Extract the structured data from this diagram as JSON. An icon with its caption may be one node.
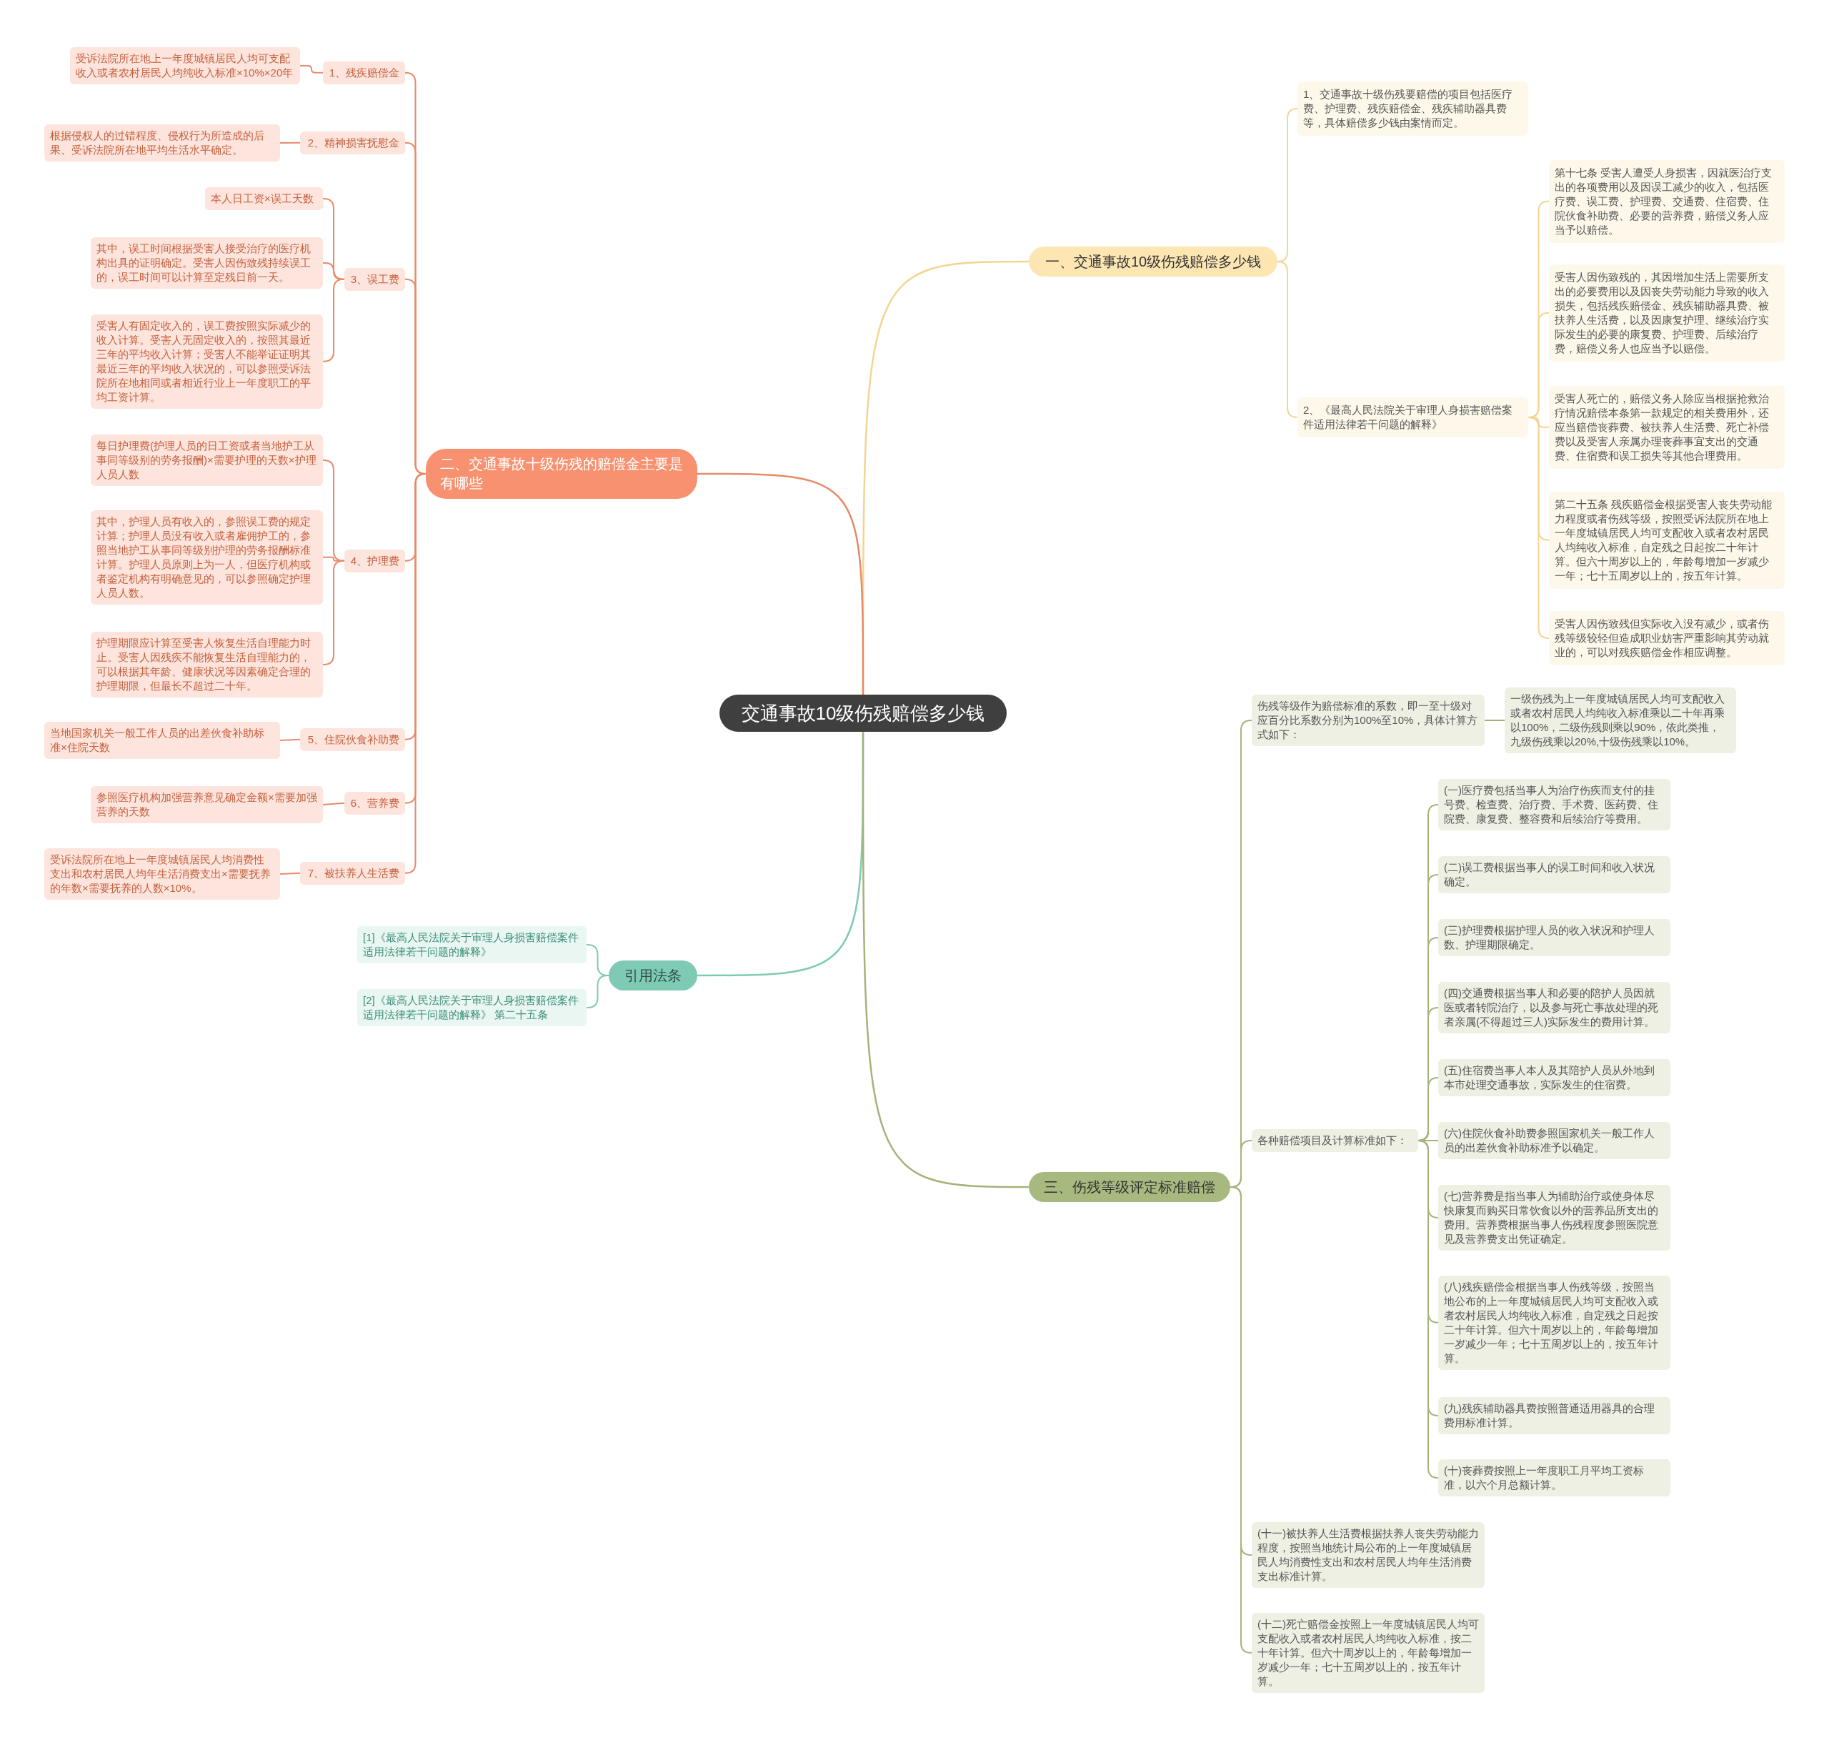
{
  "diagram": {
    "nodes": [
      {
        "text": [
          "交通事故10级伤残赔偿多少钱"
        ]
      },
      {
        "text": [
          "一、交通事故10级伤残赔偿多少钱"
        ]
      },
      {
        "text": [
          "1、交通事故十级伤残要赔偿的项目包括医疗费、护理费、残疾赔偿金、残疾辅助器具费等，具体赔偿多少钱由案情而定。"
        ]
      },
      {
        "text": [
          "2、《最高人民法院关于审理人身损害赔偿案件适用法律若干问题的解释》"
        ]
      },
      {
        "text": [
          "第十七条 受害人遭受人身损害，因就医治疗支出的各项费用以及因误工减少的收入，包括医疗费、误工费、护理费、交通费、住宿费、住院伙食补助费、必要的营养费，赔偿义务人应当予以赔偿。"
        ]
      },
      {
        "text": [
          "受害人因伤致残的，其因增加生活上需要所支出的必要费用以及因丧失劳动能力导致的收入损失，包括残疾赔偿金、残疾辅助器具费、被扶养人生活费，以及因康复护理、继续治疗实际发生的必要的康复费、护理费、后续治疗费，赔偿义务人也应当予以赔偿。"
        ]
      },
      {
        "text": [
          "受害人死亡的，赔偿义务人除应当根据抢救治疗情况赔偿本条第一款规定的相关费用外，还应当赔偿丧葬费、被扶养人生活费、死亡补偿费以及受害人亲属办理丧葬事宜支出的交通费、住宿费和误工损失等其他合理费用。"
        ]
      },
      {
        "text": [
          "第二十五条 残疾赔偿金根据受害人丧失劳动能力程度或者伤残等级，按照受诉法院所在地上一年度城镇居民人均可支配收入或者农村居民人均纯收入标准，自定残之日起按二十年计算。但六十周岁以上的，年龄每增加一岁减少一年；七十五周岁以上的，按五年计算。"
        ]
      },
      {
        "text": [
          "受害人因伤致残但实际收入没有减少，或者伤残等级较轻但造成职业妨害严重影响其劳动就业的，可以对残疾赔偿金作相应调整。"
        ]
      },
      {
        "text": [
          "二、交通事故十级伤残的赔偿金主要是有哪些"
        ]
      },
      {
        "text": [
          "1、残疾赔偿金"
        ]
      },
      {
        "text": [
          "受诉法院所在地上一年度城镇居民人均可支配收入或者农村居民人均纯收入标准×10%×20年"
        ]
      },
      {
        "text": [
          "2、精神损害抚慰金"
        ]
      },
      {
        "text": [
          "根据侵权人的过错程度、侵权行为所造成的后果、受诉法院所在地平均生活水平确定。"
        ]
      },
      {
        "text": [
          "3、误工费"
        ]
      },
      {
        "text": [
          "本人日工资×误工天数"
        ]
      },
      {
        "text": [
          "其中，误工时间根据受害人接受治疗的医疗机构出具的证明确定。受害人因伤致残持续误工的，误工时间可以计算至定残日前一天。"
        ]
      },
      {
        "text": [
          "受害人有固定收入的，误工费按照实际减少的收入计算。受害人无固定收入的，按照其最近三年的平均收入计算；受害人不能举证证明其最近三年的平均收入状况的，可以参照受诉法院所在地相同或者相近行业上一年度职工的平均工资计算。"
        ]
      },
      {
        "text": [
          "4、护理费"
        ]
      },
      {
        "text": [
          "每日护理费(护理人员的日工资或者当地护工从事同等级别的劳务报酬)×需要护理的天数×护理人员人数"
        ]
      },
      {
        "text": [
          "其中，护理人员有收入的，参照误工费的规定计算；护理人员没有收入或者雇佣护工的，参照当地护工从事同等级别护理的劳务报酬标准计算。护理人员原则上为一人，但医疗机构或者鉴定机构有明确意见的，可以参照确定护理人员人数。"
        ]
      },
      {
        "text": [
          "护理期限应计算至受害人恢复生活自理能力时止。受害人因残疾不能恢复生活自理能力的，可以根据其年龄、健康状况等因素确定合理的护理期限，但最长不超过二十年。"
        ]
      },
      {
        "text": [
          "5、住院伙食补助费"
        ]
      },
      {
        "text": [
          "当地国家机关一般工作人员的出差伙食补助标准×住院天数"
        ]
      },
      {
        "text": [
          "6、营养费"
        ]
      },
      {
        "text": [
          "参照医疗机构加强营养意见确定金额×需要加强营养的天数"
        ]
      },
      {
        "text": [
          "7、被扶养人生活费"
        ]
      },
      {
        "text": [
          "受诉法院所在地上一年度城镇居民人均消费性支出和农村居民人均年生活消费支出×需要抚养的年数×需要抚养的人数×10%。"
        ]
      },
      {
        "text": [
          "引用法条"
        ]
      },
      {
        "text": [
          "[1]《最高人民法院关于审理人身损害赔偿案件适用法律若干问题的解释》"
        ]
      },
      {
        "text": [
          "[2]《最高人民法院关于审理人身损害赔偿案件适用法律若干问题的解释》 第二十五条"
        ]
      },
      {
        "text": [
          "三、伤残等级评定标准赔偿"
        ]
      },
      {
        "text": [
          "伤残等级作为赔偿标准的系数，即一至十级对应百分比系数分别为100%至10%，具体计算方式如下："
        ]
      },
      {
        "text": [
          "一级伤残为上一年度城镇居民人均可支配收入或者农村居民人均纯收入标准乘以二十年再乘以100%，二级伤残则乘以90%，依此类推，九级伤残乘以20%,十级伤残乘以10%。"
        ]
      },
      {
        "text": [
          "各种赔偿项目及计算标准如下："
        ]
      },
      {
        "text": [
          "(一)医疗费包括当事人为治疗伤疾而支付的挂号费、检查费、治疗费、手术费、医药费、住院费、康复费、整容费和后续治疗等费用。"
        ]
      },
      {
        "text": [
          "(二)误工费根据当事人的误工时间和收入状况确定。"
        ]
      },
      {
        "text": [
          "(三)护理费根据护理人员的收入状况和护理人数、护理期限确定。"
        ]
      },
      {
        "text": [
          "(四)交通费根据当事人和必要的陪护人员因就医或者转院治疗，以及参与死亡事故处理的死者亲属(不得超过三人)实际发生的费用计算。"
        ]
      },
      {
        "text": [
          "(五)住宿费当事人本人及其陪护人员从外地到本市处理交通事故，实际发生的住宿费。"
        ]
      },
      {
        "text": [
          "(六)住院伙食补助费参照国家机关一般工作人员的出差伙食补助标准予以确定。"
        ]
      },
      {
        "text": [
          "(七)营养费是指当事人为辅助治疗或使身体尽快康复而购买日常饮食以外的营养品所支出的费用。营养费根据当事人伤残程度参照医院意见及营养费支出凭证确定。"
        ]
      },
      {
        "text": [
          "(八)残疾赔偿金根据当事人伤残等级，按照当地公布的上一年度城镇居民人均可支配收入或者农村居民人均纯收入标准，自定残之日起按二十年计算。但六十周岁以上的，年龄每增加一岁减少一年；七十五周岁以上的，按五年计算。"
        ]
      },
      {
        "text": [
          "(九)残疾辅助器具费按照普通适用器具的合理费用标准计算。"
        ]
      },
      {
        "text": [
          "(十)丧葬费按照上一年度职工月平均工资标准，以六个月总额计算。"
        ]
      },
      {
        "text": [
          "(十一)被扶养人生活费根据扶养人丧失劳动能力程度，按照当地统计局公布的上一年度城镇居民人均消费性支出和农村居民人均年生活消费支出标准计算。"
        ]
      },
      {
        "text": [
          "(十二)死亡赔偿金按照上一年度城镇居民人均可支配收入或者农村居民人均纯收入标准，按二十年计算。但六十周岁以上的，年龄每增加一岁减少一年；七十五周岁以上的，按五年计算。"
        ]
      }
    ],
    "edges": [
      {
        "from": 0,
        "to": 1,
        "arrow": "none",
        "color": "#f3d592"
      },
      {
        "from": 1,
        "to": 2,
        "arrow": "none",
        "color": "#f3d592"
      },
      {
        "from": 1,
        "to": 3,
        "arrow": "none",
        "color": "#f3d592"
      },
      {
        "from": 3,
        "to": 4,
        "arrow": "none",
        "color": "#f3d592"
      },
      {
        "from": 3,
        "to": 5,
        "arrow": "none",
        "color": "#f3d592"
      },
      {
        "from": 3,
        "to": 6,
        "arrow": "none",
        "color": "#f3d592"
      },
      {
        "from": 3,
        "to": 7,
        "arrow": "none",
        "color": "#f3d592"
      },
      {
        "from": 3,
        "to": 8,
        "arrow": "none",
        "color": "#f3d592"
      },
      {
        "from": 0,
        "to": 9,
        "arrow": "none"
      },
      {
        "from": 9,
        "to": 10,
        "arrow": "none"
      },
      {
        "from": 10,
        "to": 11,
        "arrow": "none"
      },
      {
        "from": 9,
        "to": 12,
        "arrow": "none"
      },
      {
        "from": 12,
        "to": 13,
        "arrow": "none"
      },
      {
        "from": 9,
        "to": 14,
        "arrow": "none"
      },
      {
        "from": 14,
        "to": 15,
        "arrow": "none"
      },
      {
        "from": 14,
        "to": 16,
        "arrow": "none"
      },
      {
        "from": 14,
        "to": 17,
        "arrow": "none"
      },
      {
        "from": 9,
        "to": 18,
        "arrow": "none"
      },
      {
        "from": 18,
        "to": 19,
        "arrow": "none"
      },
      {
        "from": 18,
        "to": 20,
        "arrow": "none"
      },
      {
        "from": 18,
        "to": 21,
        "arrow": "none"
      },
      {
        "from": 9,
        "to": 22,
        "arrow": "none"
      },
      {
        "from": 22,
        "to": 23,
        "arrow": "none"
      },
      {
        "from": 9,
        "to": 24,
        "arrow": "none"
      },
      {
        "from": 24,
        "to": 25,
        "arrow": "none"
      },
      {
        "from": 9,
        "to": 26,
        "arrow": "none"
      },
      {
        "from": 26,
        "to": 27,
        "arrow": "none"
      },
      {
        "from": 0,
        "to": 28,
        "arrow": "none",
        "color": "#7ecab4"
      },
      {
        "from": 28,
        "to": 29,
        "arrow": "none",
        "color": "#7ecab4"
      },
      {
        "from": 28,
        "to": 30,
        "arrow": "none",
        "color": "#7ecab4"
      },
      {
        "from": 0,
        "to": 31,
        "arrow": "none",
        "color": "#a3b47a"
      },
      {
        "from": 31,
        "to": 32,
        "arrow": "none",
        "color": "#a3b47a"
      },
      {
        "from": 32,
        "to": 33,
        "arrow": "none",
        "color": "#a3b47a"
      },
      {
        "from": 31,
        "to": 34,
        "arrow": "none",
        "color": "#a3b47a"
      },
      {
        "from": 34,
        "to": 35,
        "arrow": "none",
        "color": "#a3b47a"
      },
      {
        "from": 34,
        "to": 36,
        "arrow": "none",
        "color": "#a3b47a"
      },
      {
        "from": 34,
        "to": 37,
        "arrow": "none",
        "color": "#a3b47a"
      },
      {
        "from": 34,
        "to": 38,
        "arrow": "none",
        "color": "#a3b47a"
      },
      {
        "from": 34,
        "to": 39,
        "arrow": "none",
        "color": "#a3b47a"
      },
      {
        "from": 34,
        "to": 40,
        "arrow": "none",
        "color": "#a3b47a"
      },
      {
        "from": 34,
        "to": 41,
        "arrow": "none",
        "color": "#a3b47a"
      },
      {
        "from": 34,
        "to": 42,
        "arrow": "none",
        "color": "#a3b47a"
      },
      {
        "from": 34,
        "to": 43,
        "arrow": "none",
        "color": "#a3b47a"
      },
      {
        "from": 34,
        "to": 44,
        "arrow": "none",
        "color": "#a3b47a"
      },
      {
        "from": 31,
        "to": 45,
        "arrow": "none",
        "color": "#a3b47a"
      },
      {
        "from": 31,
        "to": 46,
        "arrow": "none",
        "color": "#a3b47a"
      }
    ]
  }
}
